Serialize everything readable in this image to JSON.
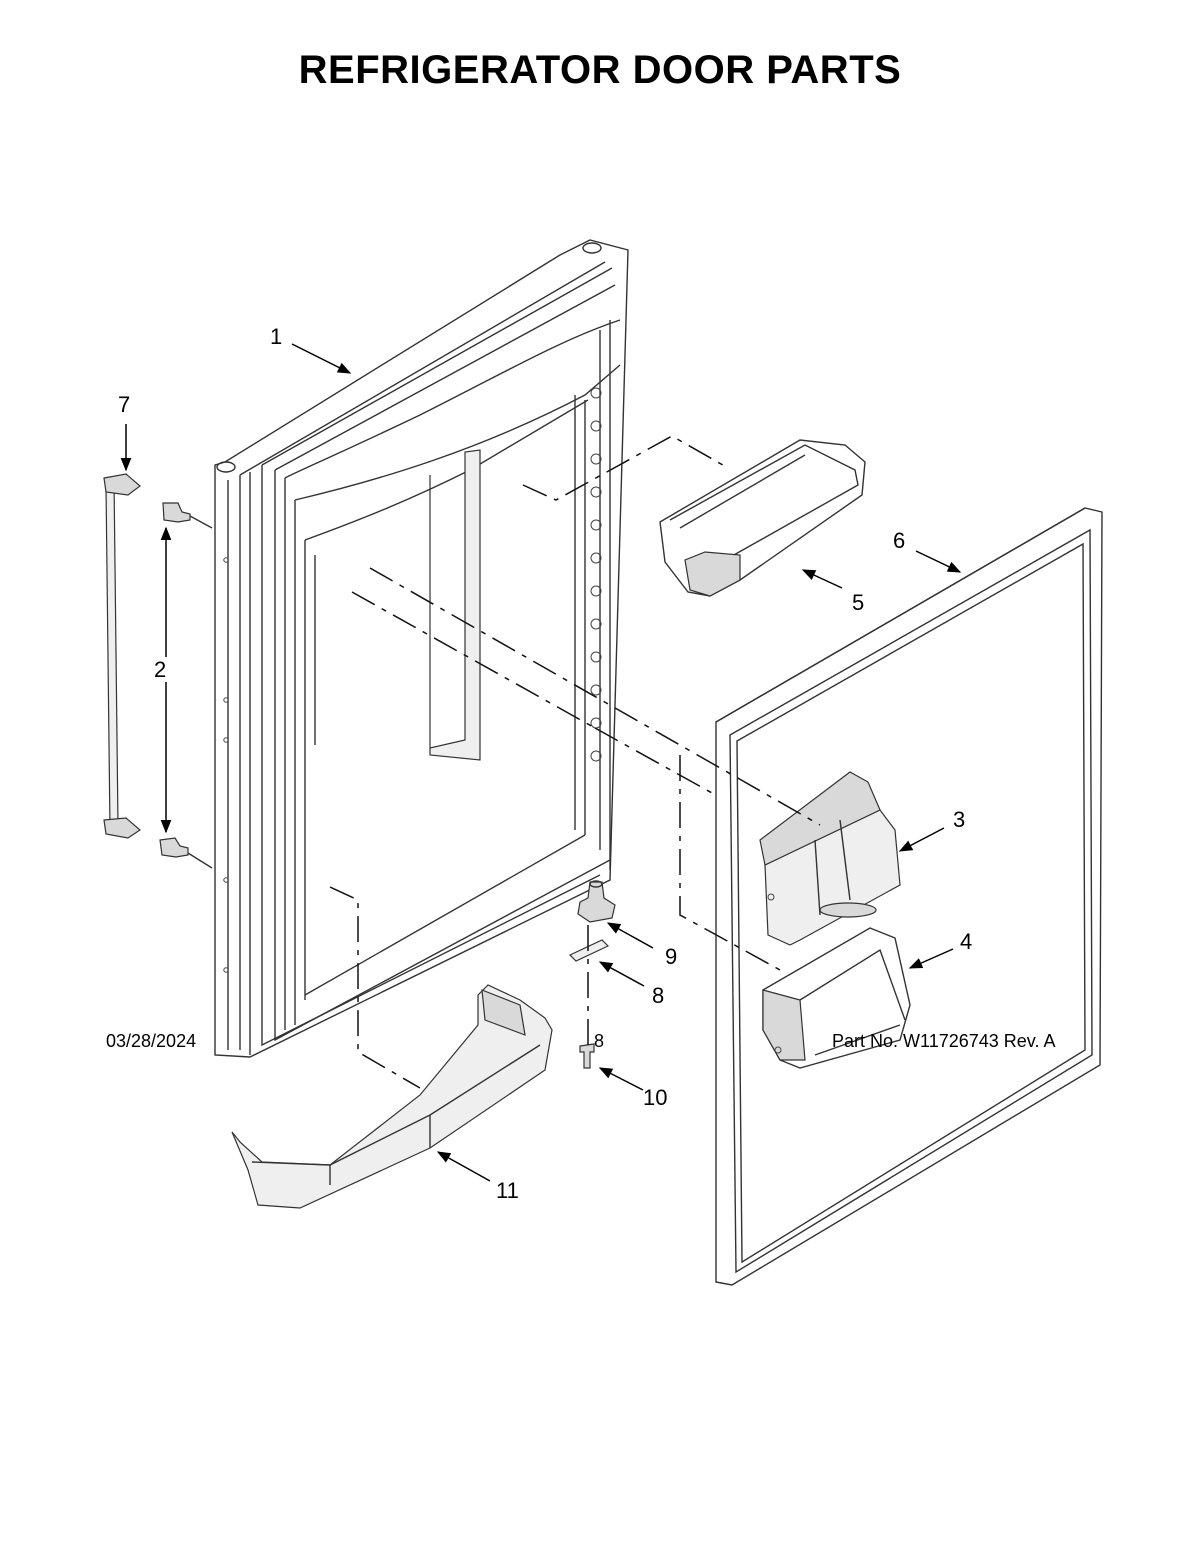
{
  "title": "REFRIGERATOR DOOR PARTS",
  "callouts": {
    "c1": "1",
    "c2": "2",
    "c3": "3",
    "c4": "4",
    "c5": "5",
    "c6": "6",
    "c7": "7",
    "c8": "8",
    "c9": "9",
    "c10": "10",
    "c11": "11"
  },
  "footer": {
    "date": "03/28/2024",
    "page": "8",
    "part": "Part No.  W11726743   Rev.  A"
  }
}
